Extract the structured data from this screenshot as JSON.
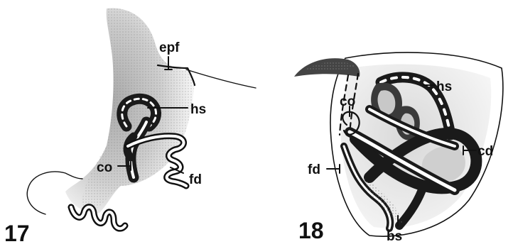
{
  "figures": [
    {
      "number": "17",
      "labels": {
        "epf": "epf",
        "hs": "hs",
        "fd": "fd",
        "co": "co"
      }
    },
    {
      "number": "18",
      "labels": {
        "hs": "hs",
        "co": "co",
        "cd": "cd",
        "fd": "fd",
        "bs": "bs"
      }
    }
  ]
}
